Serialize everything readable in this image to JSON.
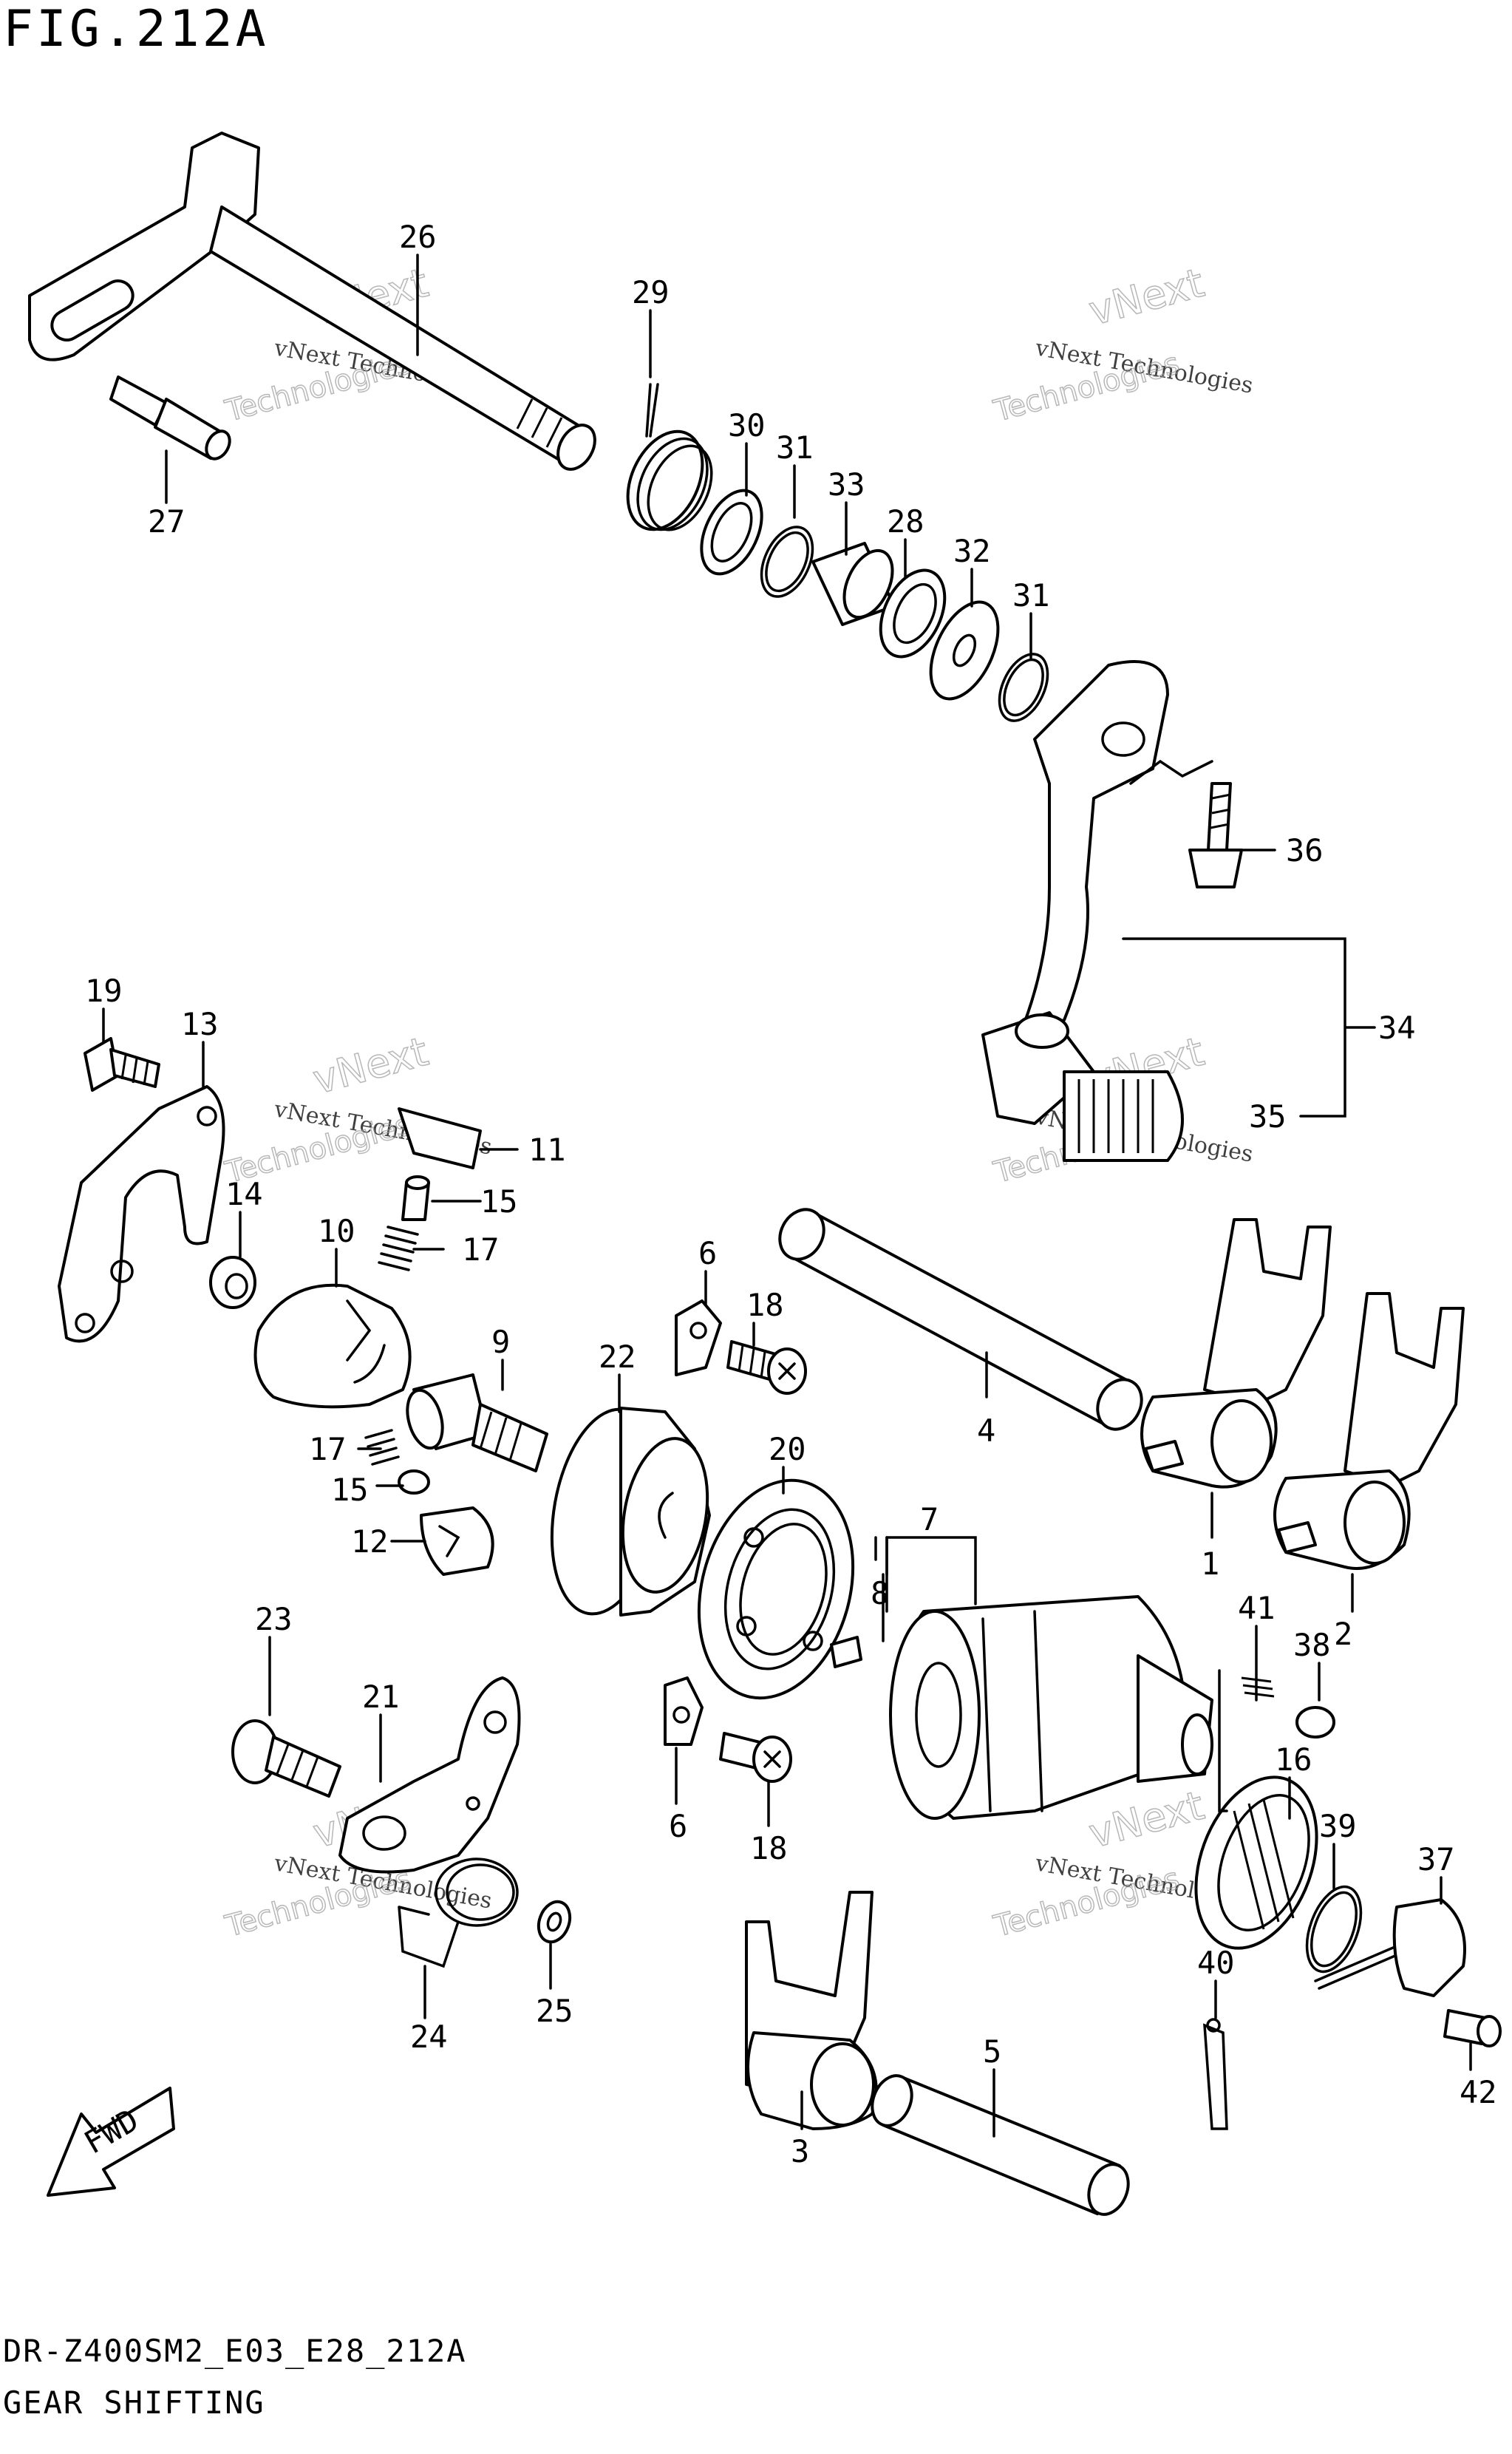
{
  "header": {
    "figure_title": "FIG.212A"
  },
  "footer": {
    "model_code": "DR-Z400SM2_E03_E28_212A",
    "section_title": "GEAR SHIFTING"
  },
  "watermark": {
    "line1": "vNext Technologies",
    "line2": "vNext",
    "line3": "Technologies"
  },
  "labels": {
    "p1": "1",
    "p2": "2",
    "p3": "3",
    "p4": "4",
    "p5": "5",
    "p6a": "6",
    "p6b": "6",
    "p7": "7",
    "p8": "8",
    "p9": "9",
    "p10": "10",
    "p11": "11",
    "p12": "12",
    "p13": "13",
    "p14": "14",
    "p15a": "15",
    "p15b": "15",
    "p16": "16",
    "p17a": "17",
    "p17b": "17",
    "p18a": "18",
    "p18b": "18",
    "p19": "19",
    "p20": "20",
    "p21": "21",
    "p22": "22",
    "p23": "23",
    "p24": "24",
    "p25": "25",
    "p26": "26",
    "p27": "27",
    "p28": "28",
    "p29": "29",
    "p30": "30",
    "p31a": "31",
    "p31b": "31",
    "p32": "32",
    "p33": "33",
    "p34": "34",
    "p35": "35",
    "p36": "36",
    "p37": "37",
    "p38": "38",
    "p39": "39",
    "p40": "40",
    "p41": "41",
    "p42": "42"
  },
  "badge": {
    "fwd": "FWD"
  }
}
